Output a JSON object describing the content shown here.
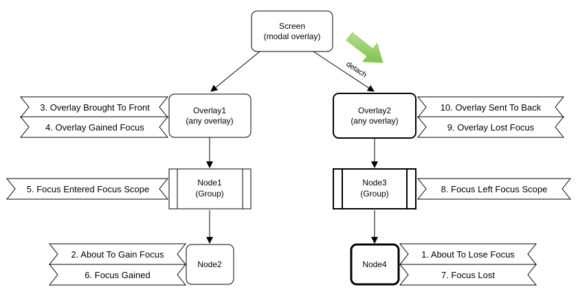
{
  "nodes": {
    "screen": {
      "line1": "Screen",
      "line2": "(modal overlay)"
    },
    "overlay1": {
      "line1": "Overlay1",
      "line2": "(any overlay)"
    },
    "overlay2": {
      "line1": "Overlay2",
      "line2": "(any overlay)"
    },
    "node1": {
      "line1": "Node1",
      "line2": "(Group)"
    },
    "node3": {
      "line1": "Node3",
      "line2": "(Group)"
    },
    "node2": {
      "line1": "Node2"
    },
    "node4": {
      "line1": "Node4"
    }
  },
  "edge_labels": {
    "detach": "detach"
  },
  "events": {
    "overlay_brought_to_front": "3. Overlay Brought To Front",
    "overlay_gained_focus": "4. Overlay Gained Focus",
    "focus_entered_scope": "5. Focus Entered Focus Scope",
    "about_to_gain_focus": "2. About To Gain Focus",
    "focus_gained": "6. Focus Gained",
    "overlay_sent_to_back": "10. Overlay Sent To Back",
    "overlay_lost_focus": "9. Overlay Lost Focus",
    "focus_left_scope": "8. Focus Left Focus Scope",
    "about_to_lose_focus": "1. About To Lose Focus",
    "focus_lost": "7. Focus Lost"
  },
  "colors": {
    "stroke": "#000000",
    "fill": "#ffffff",
    "arrow_fill": "#8dc64f",
    "arrow_stroke": "#9fd466"
  },
  "icons": {
    "transition_arrow": "green-diagonal-arrow-icon"
  }
}
